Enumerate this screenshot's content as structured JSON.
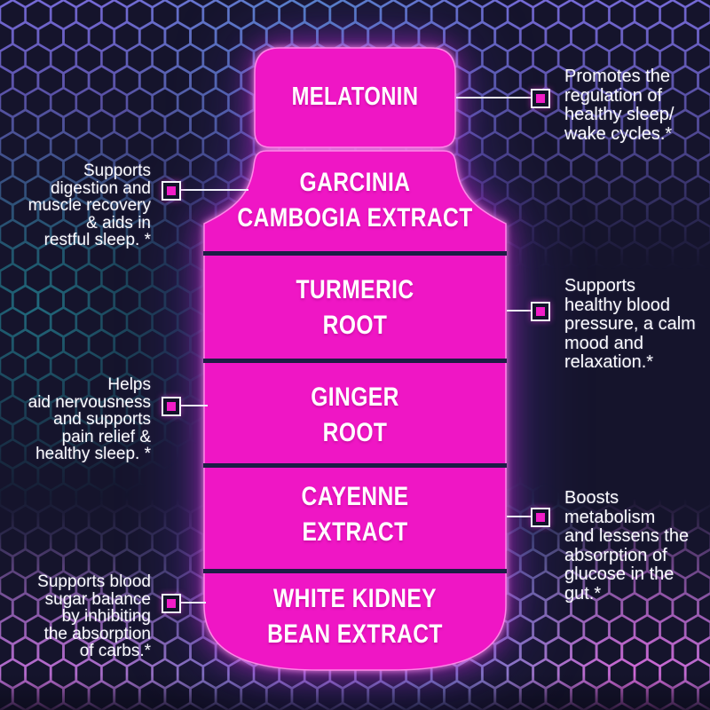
{
  "colors": {
    "background": "#15142c",
    "bottle_pink": "#ef16c5",
    "divider_navy": "#1d1c44",
    "label_text": "#ffffff",
    "callout_text": "#fbfbff",
    "marker_fill": "#f11cc7",
    "marker_border": "#f4f4fa",
    "hex_violet": "#7b6fe0",
    "hex_lavender": "#9f8ee8",
    "hex_teal": "#2aa4b4",
    "hex_pink": "#ef63dd"
  },
  "bottle": {
    "sections": [
      {
        "id": "melatonin",
        "label": "MELATONIN"
      },
      {
        "id": "garcinia",
        "label": "GARCINIA\nCAMBOGIA EXTRACT"
      },
      {
        "id": "turmeric",
        "label": "TURMERIC\nROOT"
      },
      {
        "id": "ginger",
        "label": "GINGER\nROOT"
      },
      {
        "id": "cayenne",
        "label": "CAYENNE\nEXTRACT"
      },
      {
        "id": "white_kidney_bean",
        "label": "WHITE KIDNEY\nBEAN EXTRACT"
      }
    ]
  },
  "callouts": {
    "right": [
      {
        "for": "melatonin",
        "text": "Promotes the\nregulation of\nhealthy sleep/\nwake cycles.*"
      },
      {
        "for": "turmeric",
        "text": "Supports\nhealthy blood\npressure, a calm\nmood and\nrelaxation.*"
      },
      {
        "for": "cayenne",
        "text": "Boosts\nmetabolism\nand lessens the\nabsorption of\nglucose in the\ngut.*"
      }
    ],
    "left": [
      {
        "for": "garcinia",
        "text": "Supports\ndigestion and\nmuscle recovery\n& aids in\nrestful sleep. *"
      },
      {
        "for": "ginger",
        "text": "Helps\naid nervousness\nand supports\npain relief &\nhealthy sleep. *"
      },
      {
        "for": "white_kidney_bean",
        "text": "Supports blood\nsugar balance\nby inhibiting\nthe absorption\nof carbs.*"
      }
    ]
  }
}
